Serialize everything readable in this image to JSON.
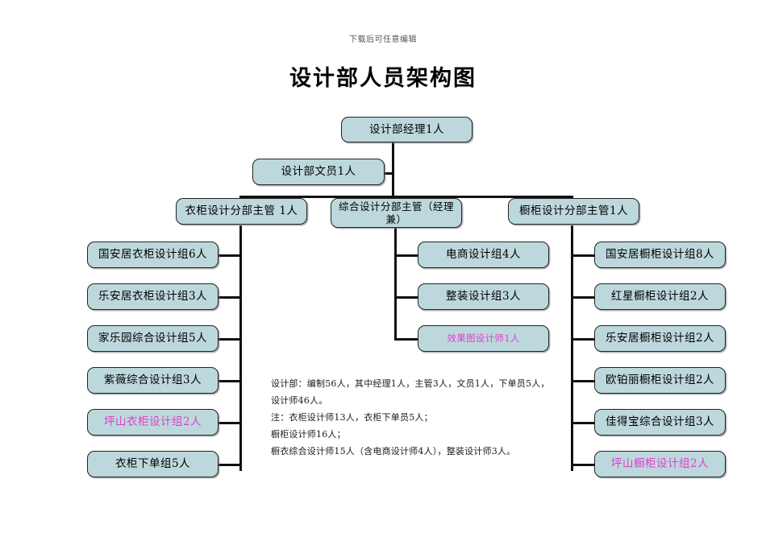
{
  "page": {
    "watermark": "下载后可任意编辑",
    "title": "设计部人员架构图"
  },
  "chart": {
    "type": "org-chart",
    "root": {
      "label": "设计部经理1人"
    },
    "assistant": {
      "label": "设计部文员1人"
    },
    "divisions": [
      {
        "label": "衣柜设计分部主管  1人"
      },
      {
        "label": "综合设计分部主管（经理兼）"
      },
      {
        "label": "橱柜设计分部主管1人"
      }
    ],
    "left_column": [
      {
        "label": "国安居衣柜设计组6人",
        "color": "#000000"
      },
      {
        "label": "乐安居衣柜设计组3人",
        "color": "#000000"
      },
      {
        "label": "家乐园综合设计组5人",
        "color": "#000000"
      },
      {
        "label": "紫薇综合设计组3人",
        "color": "#000000"
      },
      {
        "label": "坪山衣柜设计组2人",
        "color": "#dd3fcc"
      },
      {
        "label": "衣柜下单组5人",
        "color": "#000000"
      }
    ],
    "middle_column": [
      {
        "label": "电商设计组4人",
        "color": "#000000"
      },
      {
        "label": "整装设计组3人",
        "color": "#000000"
      },
      {
        "label": "效果图设计师1人",
        "color": "#dd3fcc"
      }
    ],
    "right_column": [
      {
        "label": "国安居橱柜设计组8人",
        "color": "#000000"
      },
      {
        "label": "红星橱柜设计组2人",
        "color": "#000000"
      },
      {
        "label": "乐安居橱柜设计组2人",
        "color": "#000000"
      },
      {
        "label": "欧铂丽橱柜设计组2人",
        "color": "#000000"
      },
      {
        "label": "佳得宝综合设计组3人",
        "color": "#000000"
      },
      {
        "label": "坪山橱柜设计组2人",
        "color": "#dd3fcc"
      }
    ]
  },
  "notes": {
    "lines": [
      "设计部：编制56人，其中经理1人，主管3人，文员1人，下单员5人，设计师46人。",
      "注：衣柜设计师13人，衣柜下单员5人；",
      "橱柜设计师16人；",
      "橱衣综合设计师15人（含电商设计师4人），整装设计师3人。"
    ]
  },
  "colors": {
    "box_fill": "#bdd8dc",
    "box_border": "#222222",
    "line": "#111111",
    "highlight_text": "#dd3fcc"
  }
}
